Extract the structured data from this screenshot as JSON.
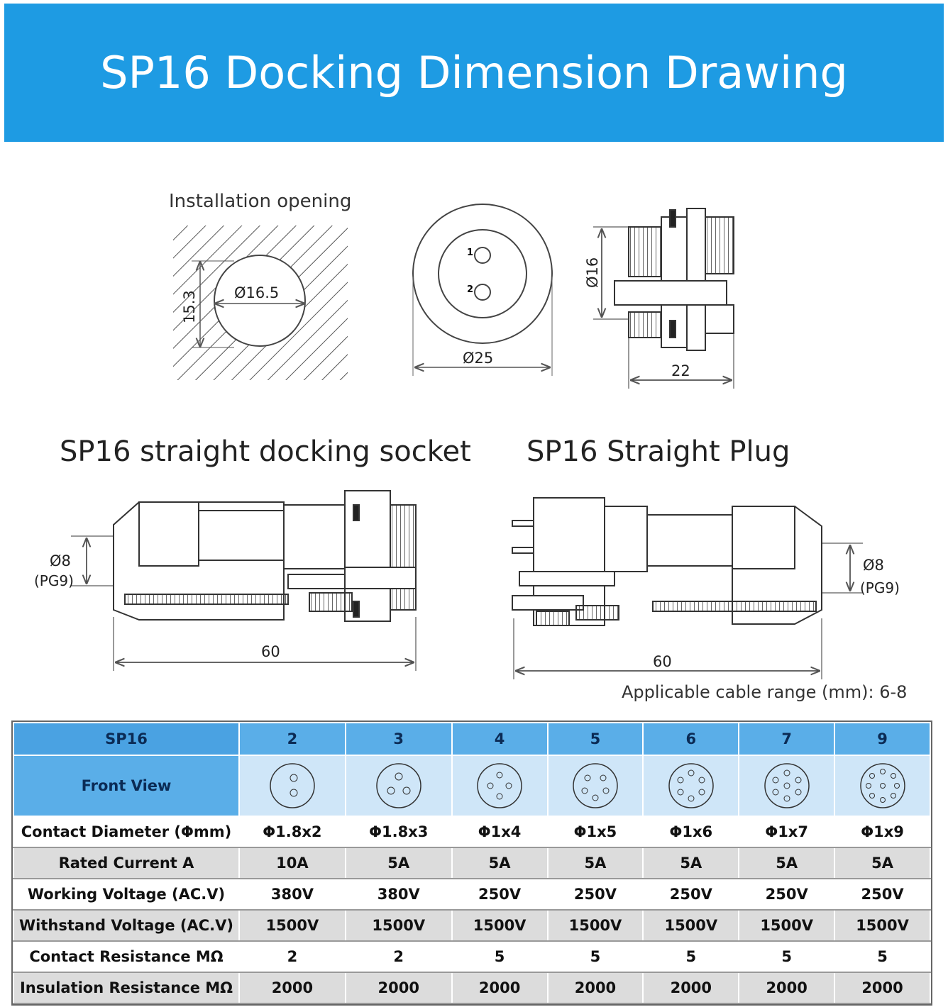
{
  "title": "SP16 Docking Dimension Drawing",
  "colors": {
    "banner": "#1e9be3",
    "header": "#5aaee8",
    "front_view_bg": "#cfe6f8",
    "row_alt": "#dcdcdc"
  },
  "installation": {
    "label": "Installation opening",
    "diameter": "Ø16.5",
    "flat": "15.3"
  },
  "front": {
    "diameter": "Ø25",
    "pin1": "1",
    "pin2": "2"
  },
  "side": {
    "diameter": "Ø16",
    "length": "22"
  },
  "socket": {
    "title": "SP16 straight docking socket",
    "cable_dia": "Ø8",
    "cable_pg": "(PG9)",
    "length": "60"
  },
  "plug": {
    "title": "SP16 Straight Plug",
    "cable_dia": "Ø8",
    "cable_pg": "(PG9)",
    "length": "60"
  },
  "cable_range": "Applicable cable range (mm): 6-8",
  "table": {
    "header": "SP16",
    "columns": [
      "2",
      "3",
      "4",
      "5",
      "6",
      "7",
      "9"
    ],
    "front_view_label": "Front View",
    "rows": [
      {
        "label": "Contact Diameter (Φmm)",
        "values": [
          "Φ1.8x2",
          "Φ1.8x3",
          "Φ1x4",
          "Φ1x5",
          "Φ1x6",
          "Φ1x7",
          "Φ1x9"
        ]
      },
      {
        "label": "Rated Current A",
        "values": [
          "10A",
          "5A",
          "5A",
          "5A",
          "5A",
          "5A",
          "5A"
        ]
      },
      {
        "label": "Working Voltage (AC.V)",
        "values": [
          "380V",
          "380V",
          "250V",
          "250V",
          "250V",
          "250V",
          "250V"
        ]
      },
      {
        "label": "Withstand Voltage (AC.V)",
        "values": [
          "1500V",
          "1500V",
          "1500V",
          "1500V",
          "1500V",
          "1500V",
          "1500V"
        ]
      },
      {
        "label": "Contact Resistance MΩ",
        "values": [
          "2",
          "2",
          "5",
          "5",
          "5",
          "5",
          "5"
        ]
      },
      {
        "label": "Insulation Resistance MΩ",
        "values": [
          "2000",
          "2000",
          "2000",
          "2000",
          "2000",
          "2000",
          "2000"
        ]
      }
    ]
  }
}
